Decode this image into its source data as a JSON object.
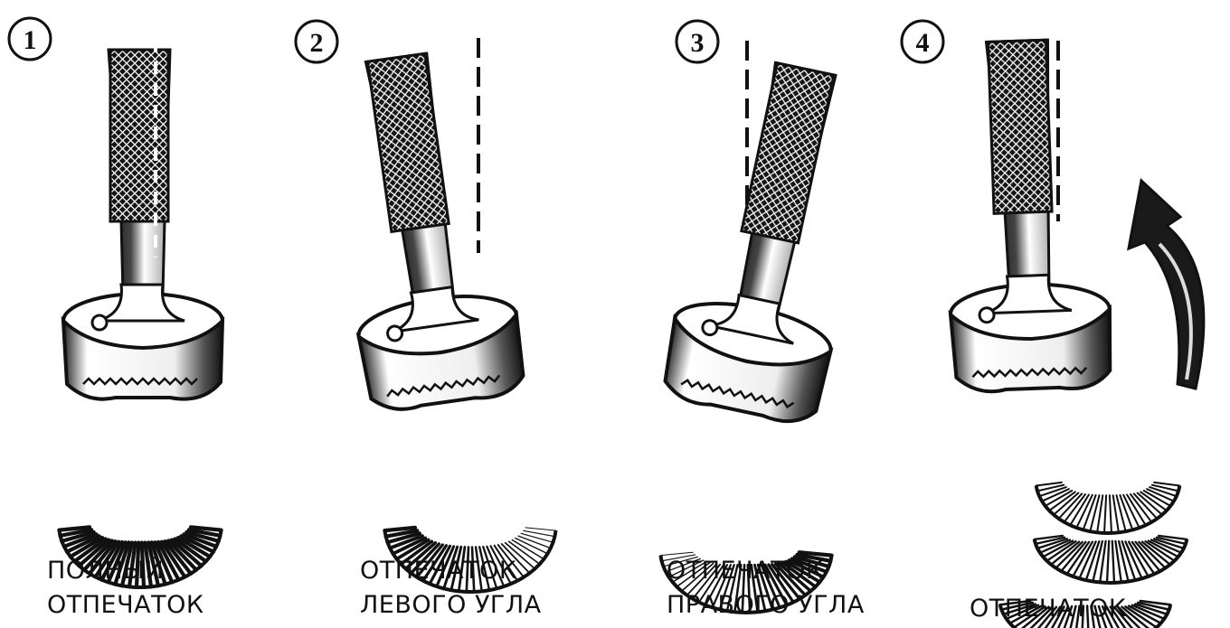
{
  "steps": [
    {
      "number": "1",
      "caption": [
        "ПОЛНЫЙ",
        "ОТПЕЧАТОК"
      ]
    },
    {
      "number": "2",
      "caption": [
        "ОТПЕЧАТОК",
        "ЛЕВОГО УГЛА"
      ]
    },
    {
      "number": "3",
      "caption": [
        "ОТПЕЧАТОК",
        "ПРАВОГО УГЛА"
      ]
    },
    {
      "number": "4",
      "caption": [
        "ОТПЕЧАТОК"
      ]
    }
  ],
  "colors": {
    "ink": "#111111",
    "background": "#ffffff",
    "shade": "#8a8a8a"
  },
  "icons": [
    "stamp-tool-icon",
    "eyelash-print-icon",
    "rotate-arrow-icon"
  ]
}
